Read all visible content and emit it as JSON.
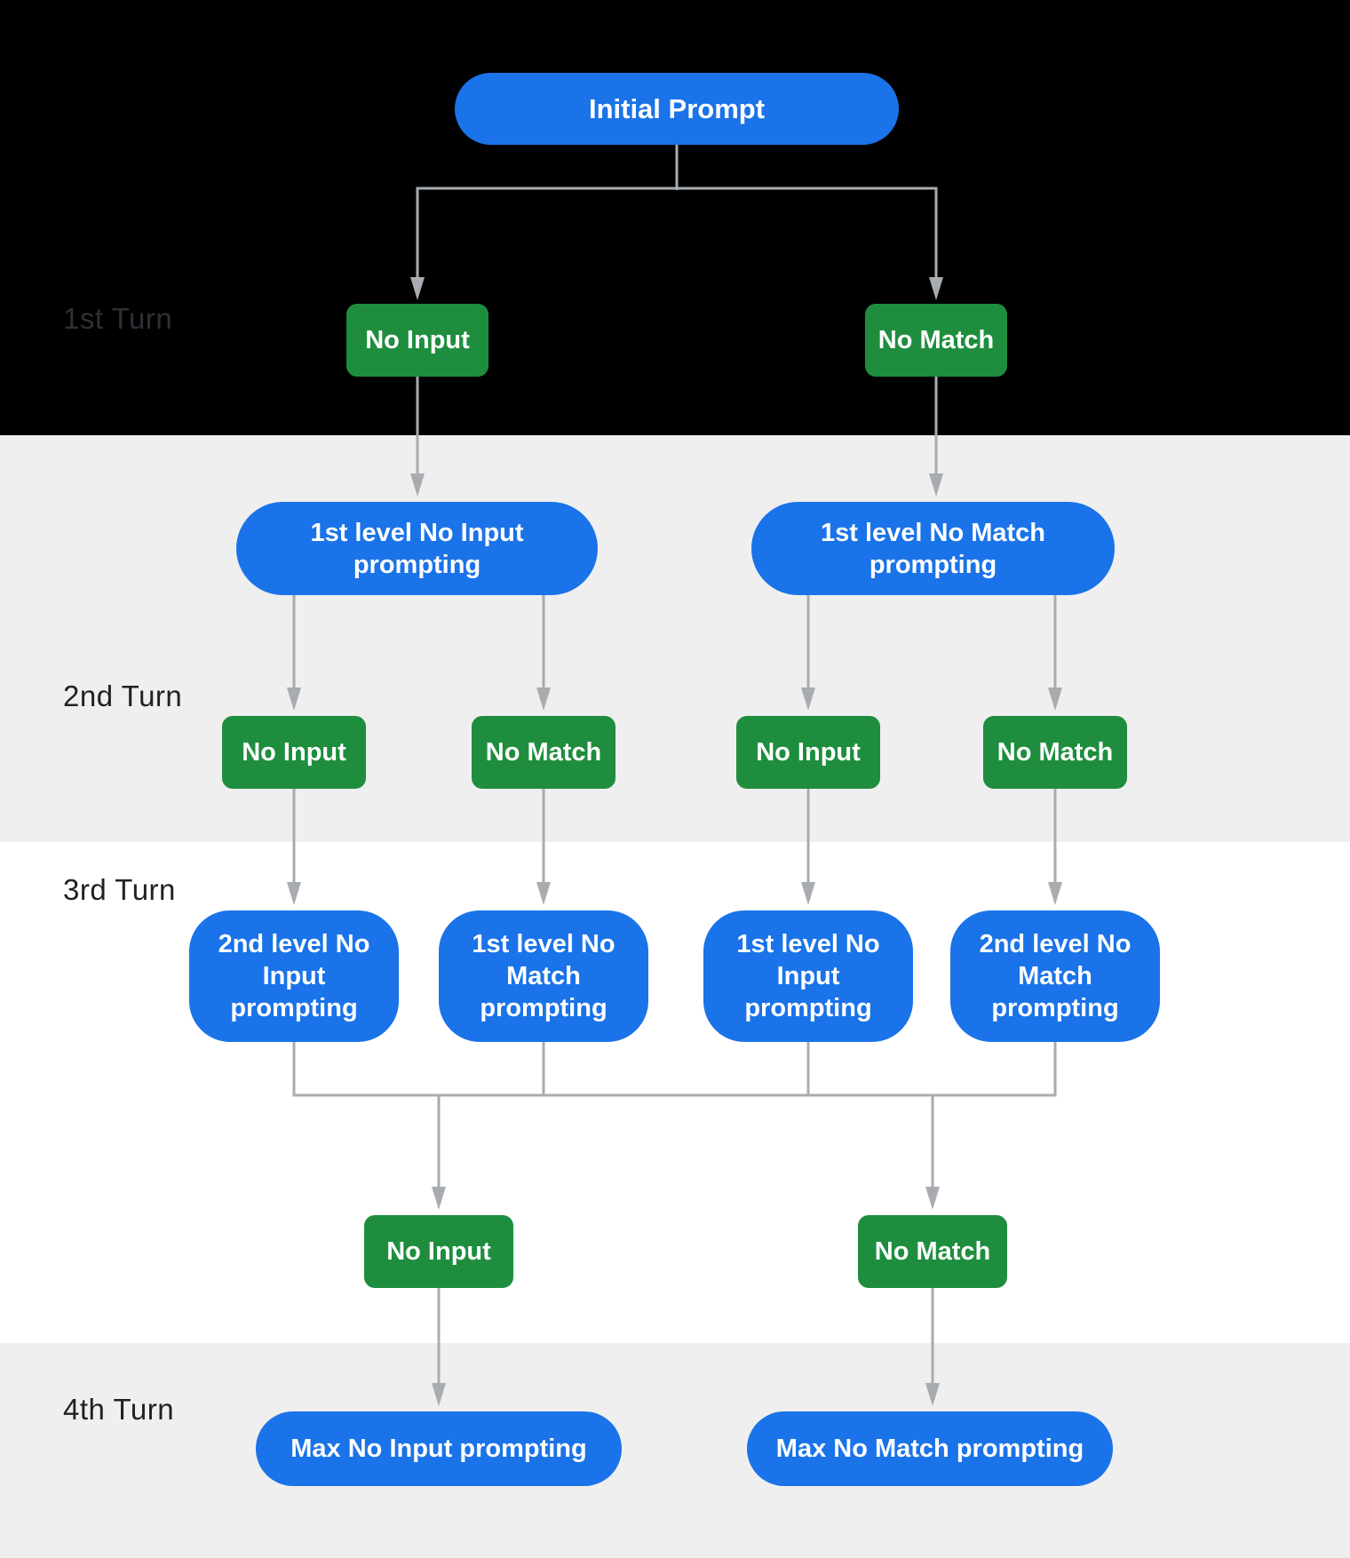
{
  "diagram": {
    "root_label": "Initial Prompt",
    "turn_labels": [
      "1st Turn",
      "2nd Turn",
      "3rd Turn",
      "4th Turn"
    ],
    "turn1_events": [
      "No Input",
      "No Match"
    ],
    "turn2_prompts": [
      "1st level No Input prompting",
      "1st level No Match prompting"
    ],
    "turn2_events": [
      "No Input",
      "No Match",
      "No Input",
      "No Match"
    ],
    "turn3_prompts": [
      "2nd level No Input prompting",
      "1st level No Match prompting",
      "1st level No Input prompting",
      "2nd level No Match prompting"
    ],
    "turn3_events": [
      "No Input",
      "No Match"
    ],
    "turn4_prompts": [
      "Max No Input prompting",
      "Max No Match prompting"
    ],
    "colors": {
      "prompt_blue": "#1A73E8",
      "event_green": "#1E8E3E",
      "connector_gray": "#A8ACB0",
      "band_black": "#000000",
      "band_gray": "#EFEFEF",
      "band_white": "#FFFFFF",
      "label_dark": "#202124",
      "label_on_black": "#2D3035",
      "node_text": "#FFFFFF"
    }
  }
}
